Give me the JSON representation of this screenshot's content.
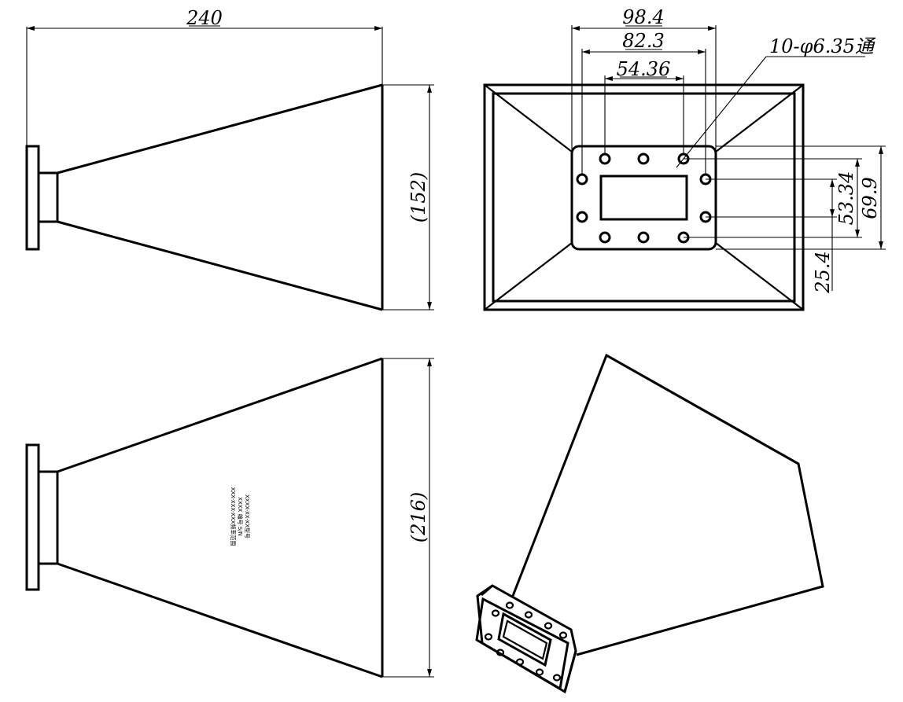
{
  "drawing": {
    "views": [
      "side-view-top",
      "front-view-aperture",
      "side-view-bottom",
      "isometric-view"
    ],
    "dimensions": {
      "overall_length": "240",
      "aperture_height": "(152)",
      "aperture_width": "(216)",
      "flange_width": "98.4",
      "bolt_span_x": "82.3",
      "inner_bolt_span_x": "54.36",
      "hole_callout": "10-φ6.35通",
      "bolt_span_y_inner": "53.34",
      "bolt_span_y_outer": "69.9",
      "bolt_offset": "25.4"
    },
    "nameplate": {
      "line1": "XXXX-XX-XX型号",
      "line2": "XXXX 编号 S/N",
      "line3": "XXX-XXX-XXX频率范围"
    }
  }
}
